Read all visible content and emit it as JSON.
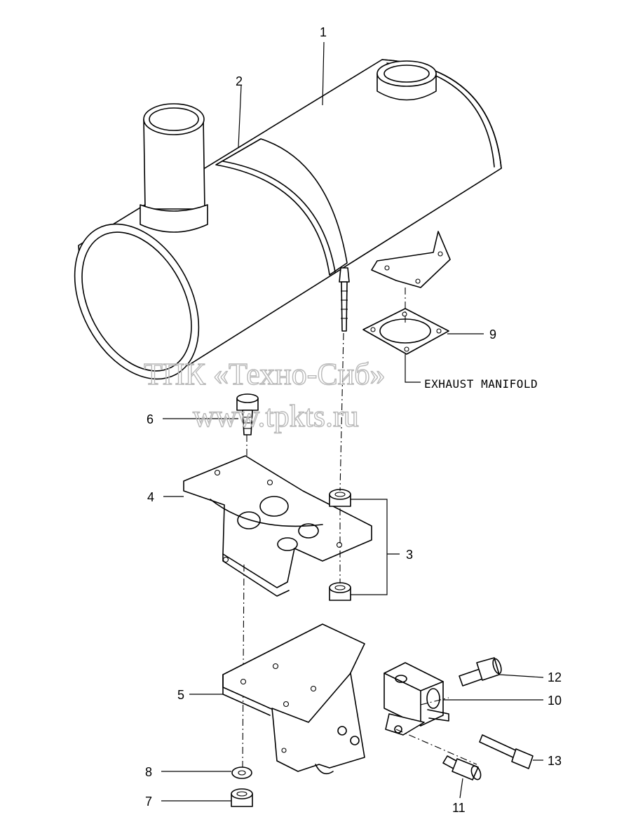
{
  "callouts": {
    "c1": "1",
    "c2": "2",
    "c3": "3",
    "c4": "4",
    "c5": "5",
    "c6": "6",
    "c7": "7",
    "c8": "8",
    "c9": "9",
    "c10": "10",
    "c11": "11",
    "c12": "12",
    "c13": "13"
  },
  "labels": {
    "exhaust_manifold": "EXHAUST MANIFOLD"
  },
  "watermark": {
    "line1": "ТПК «Техно-Сиб»",
    "line2": "www.tpkts.ru"
  },
  "colors": {
    "line": "#000000",
    "background": "#ffffff",
    "watermark": "#b9b9b9"
  }
}
